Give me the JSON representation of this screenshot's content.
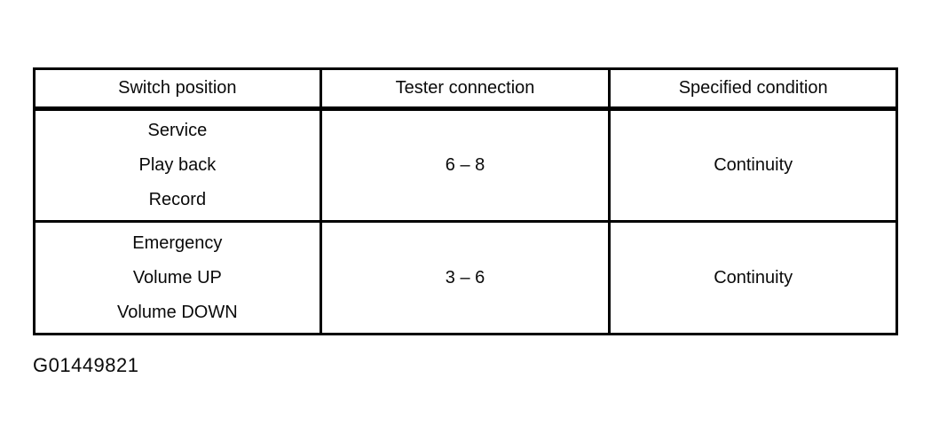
{
  "table": {
    "headers": [
      "Switch position",
      "Tester connection",
      "Specified condition"
    ],
    "rows": [
      {
        "switch_positions": [
          "Service",
          "Play back",
          "Record"
        ],
        "tester_connection": "6 – 8",
        "specified_condition": "Continuity"
      },
      {
        "switch_positions": [
          "Emergency",
          "Volume UP",
          "Volume DOWN"
        ],
        "tester_connection": "3 – 6",
        "specified_condition": "Continuity"
      }
    ]
  },
  "caption": "G01449821"
}
